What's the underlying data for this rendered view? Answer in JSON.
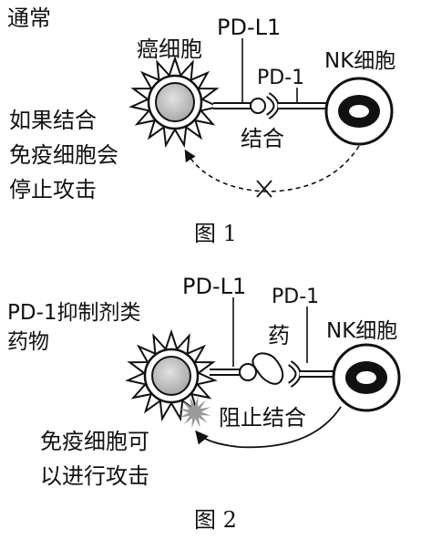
{
  "figure1": {
    "header": "通常",
    "cancer_cell_label": "癌细胞",
    "ligand_label": "PD-L1",
    "receptor_label": "PD-1",
    "nk_cell_label": "NK细胞",
    "bind_label": "结合",
    "note_lines": [
      "如果结合",
      "免疫细胞会",
      "停止攻击"
    ],
    "caption": "图 1"
  },
  "figure2": {
    "drug_class_lines": [
      "PD-1抑制剂类",
      "药物"
    ],
    "ligand_label": "PD-L1",
    "receptor_label": "PD-1",
    "drug_label": "药",
    "nk_cell_label": "NK细胞",
    "block_label": "阻止结合",
    "note_lines": [
      "免疫细胞可",
      "以进行攻击"
    ],
    "caption": "图 2"
  }
}
